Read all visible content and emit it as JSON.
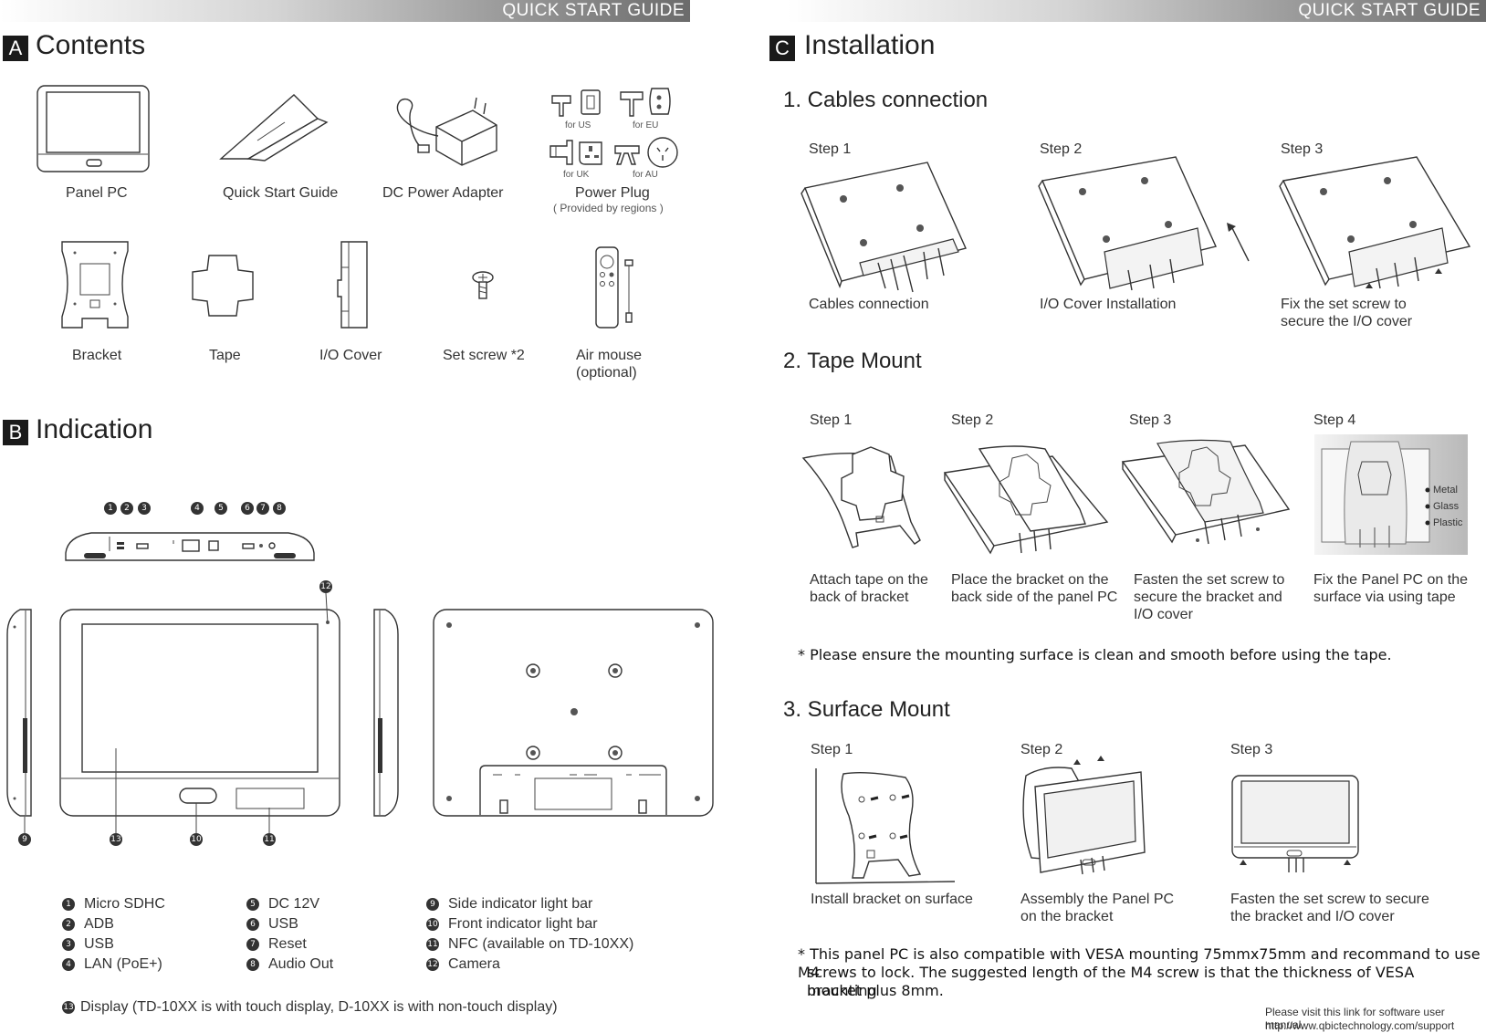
{
  "header": {
    "title": "QUICK START GUIDE"
  },
  "sections": {
    "a": {
      "letter": "A",
      "title": "Contents"
    },
    "b": {
      "letter": "B",
      "title": "Indication"
    },
    "c": {
      "letter": "C",
      "title": "Installation"
    }
  },
  "contents": {
    "panel_pc": "Panel PC",
    "quick_start_guide": "Quick Start Guide",
    "dc_power_adapter": "DC Power Adapter",
    "power_plug": "Power Plug",
    "power_plug_note": "( Provided by regions )",
    "plug_us": "for US",
    "plug_eu": "for EU",
    "plug_uk": "for UK",
    "plug_au": "for AU",
    "bracket": "Bracket",
    "tape": "Tape",
    "io_cover": "I/O Cover",
    "set_screw": "Set screw *2",
    "air_mouse_1": "Air mouse",
    "air_mouse_2": "(optional)"
  },
  "indication": {
    "callouts": [
      "1",
      "2",
      "3",
      "4",
      "5",
      "6",
      "7",
      "8",
      "9",
      "10",
      "11",
      "12",
      "13"
    ],
    "legend_col1": [
      {
        "n": "1",
        "label": "Micro SDHC"
      },
      {
        "n": "2",
        "label": "ADB"
      },
      {
        "n": "3",
        "label": "USB"
      },
      {
        "n": "4",
        "label": "LAN (PoE+)"
      }
    ],
    "legend_col2": [
      {
        "n": "5",
        "label": "DC  12V"
      },
      {
        "n": "6",
        "label": "USB"
      },
      {
        "n": "7",
        "label": "Reset"
      },
      {
        "n": "8",
        "label": "Audio Out"
      }
    ],
    "legend_col3": [
      {
        "n": "9",
        "label": "Side indicator light bar"
      },
      {
        "n": "10",
        "label": "Front indicator light bar"
      },
      {
        "n": "11",
        "label": "NFC (available on TD-10XX)"
      },
      {
        "n": "12",
        "label": "Camera"
      }
    ],
    "display_note_num": "13",
    "display_note": "Display (TD-10XX is with touch display, D-10XX is with non-touch display)"
  },
  "installation": {
    "cables": {
      "title": "1. Cables connection",
      "step1": "Step 1",
      "step2": "Step 2",
      "step3": "Step 3",
      "cap1": "Cables connection",
      "cap2": "I/O Cover Installation",
      "cap3_1": "Fix the set screw to",
      "cap3_2": "secure the I/O cover"
    },
    "tape": {
      "title": "2. Tape Mount",
      "step1": "Step 1",
      "step2": "Step 2",
      "step3": "Step 3",
      "step4": "Step 4",
      "cap1_1": "Attach tape on the",
      "cap1_2": "back of bracket",
      "cap2_1": "Place the bracket on the",
      "cap2_2": "back side of the panel PC",
      "cap3_1": "Fasten the set screw to",
      "cap3_2": "secure the bracket and",
      "cap3_3": "I/O cover",
      "cap4_1": "Fix the Panel PC on the",
      "cap4_2": "surface via using tape",
      "surface_metal": "Metal",
      "surface_glass": "Glass",
      "surface_plastic": "Plastic",
      "note": "* Please ensure the mounting surface is clean and smooth before using the tape."
    },
    "surface": {
      "title": "3. Surface Mount",
      "step1": "Step 1",
      "step2": "Step 2",
      "step3": "Step 3",
      "cap1": "Install bracket on surface",
      "cap2_1": "Assembly the Panel PC",
      "cap2_2": "on the bracket",
      "cap3_1": "Fasten the set screw to secure",
      "cap3_2": "the bracket and I/O cover",
      "note_1": "* This panel PC is also compatible with VESA mounting 75mmx75mm and recommand to use M4",
      "note_2": "screws to lock. The suggested length of the M4 screw is that the thickness of VESA mounting",
      "note_3": "bracket plus 8mm."
    }
  },
  "footer": {
    "line1": "Please visit this link for software user manual.",
    "line2": "http://www.qbictechnology.com/support"
  }
}
